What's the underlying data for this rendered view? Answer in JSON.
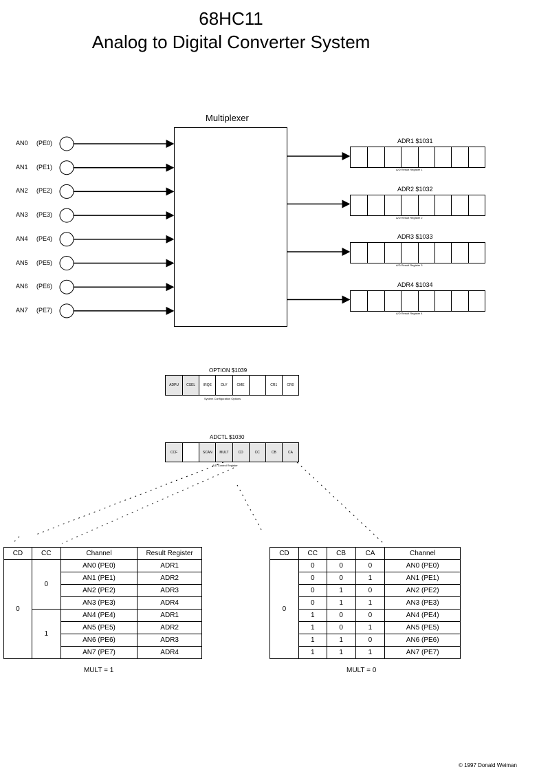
{
  "title_line1": "68HC11",
  "title_line2": "Analog to Digital Converter System",
  "mux_label": "Multiplexer",
  "inputs": [
    {
      "an": "AN0",
      "pe": "(PE0)"
    },
    {
      "an": "AN1",
      "pe": "(PE1)"
    },
    {
      "an": "AN2",
      "pe": "(PE2)"
    },
    {
      "an": "AN3",
      "pe": "(PE3)"
    },
    {
      "an": "AN4",
      "pe": "(PE4)"
    },
    {
      "an": "AN5",
      "pe": "(PE5)"
    },
    {
      "an": "AN6",
      "pe": "(PE6)"
    },
    {
      "an": "AN7",
      "pe": "(PE7)"
    }
  ],
  "result_registers": [
    {
      "name": "ADR1  $1031",
      "caption": "A/D Result Register  1"
    },
    {
      "name": "ADR2  $1032",
      "caption": "A/D Result Register  2"
    },
    {
      "name": "ADR3  $1033",
      "caption": "A/D Result Register  3"
    },
    {
      "name": "ADR4  $1034",
      "caption": "A/D Result Register  4"
    }
  ],
  "option": {
    "name": "OPTION  $1039",
    "caption": "System Configuration Options",
    "bits": [
      "ADPU",
      "CSEL",
      "IRQE",
      "DLY",
      "CME",
      "",
      "CR1",
      "CR0"
    ]
  },
  "adctl": {
    "name": "ADCTL  $1030",
    "caption": "A/D Control Register",
    "bits": [
      "CCF",
      "",
      "SCAN",
      "MULT",
      "CD",
      "CC",
      "CB",
      "CA"
    ]
  },
  "mult1_table": {
    "headers": [
      "CD",
      "CC",
      "Channel",
      "Result Register"
    ],
    "cd": "0",
    "cc_groups": [
      "0",
      "1"
    ],
    "channels": [
      "AN0  (PE0)",
      "AN1  (PE1)",
      "AN2  (PE2)",
      "AN3  (PE3)",
      "AN4  (PE4)",
      "AN5  (PE5)",
      "AN6  (PE6)",
      "AN7  (PE7)"
    ],
    "results": [
      "ADR1",
      "ADR2",
      "ADR3",
      "ADR4",
      "ADR1",
      "ADR2",
      "ADR3",
      "ADR4"
    ],
    "caption": "MULT = 1"
  },
  "mult0_table": {
    "headers": [
      "CD",
      "CC",
      "CB",
      "CA",
      "Channel"
    ],
    "cd": "0",
    "rows": [
      [
        "0",
        "0",
        "0",
        "AN0  (PE0)"
      ],
      [
        "0",
        "0",
        "1",
        "AN1  (PE1)"
      ],
      [
        "0",
        "1",
        "0",
        "AN2  (PE2)"
      ],
      [
        "0",
        "1",
        "1",
        "AN3  (PE3)"
      ],
      [
        "1",
        "0",
        "0",
        "AN4  (PE4)"
      ],
      [
        "1",
        "0",
        "1",
        "AN5  (PE5)"
      ],
      [
        "1",
        "1",
        "0",
        "AN6  (PE6)"
      ],
      [
        "1",
        "1",
        "1",
        "AN7  (PE7)"
      ]
    ],
    "caption": "MULT = 0"
  },
  "copyright": "© 1997 Donald Weiman"
}
